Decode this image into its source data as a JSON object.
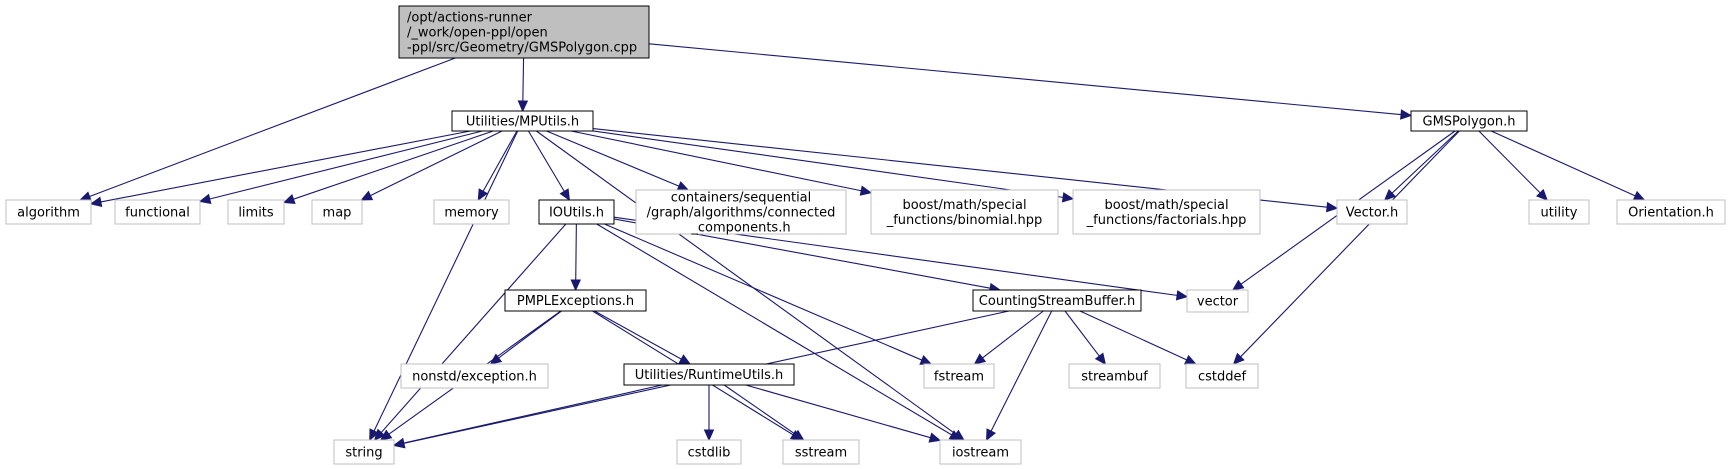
{
  "colors": {
    "edge": "#191970",
    "root_fill": "#bfbfbf",
    "root_border": "#000000",
    "documented_border": "#000000",
    "external_border": "#bfbfbf",
    "external_text": "#404040"
  },
  "nodes": [
    {
      "id": "root",
      "kind": "root",
      "lines": [
        "/opt/actions-runner",
        "/_work/open-ppl/open",
        "-ppl/src/Geometry/GMSPolygon.cpp"
      ]
    },
    {
      "id": "mputils",
      "kind": "documented",
      "lines": [
        "Utilities/MPUtils.h"
      ]
    },
    {
      "id": "gmspolygon_h",
      "kind": "documented",
      "lines": [
        "GMSPolygon.h"
      ]
    },
    {
      "id": "algorithm",
      "kind": "external",
      "lines": [
        "algorithm"
      ]
    },
    {
      "id": "functional",
      "kind": "external",
      "lines": [
        "functional"
      ]
    },
    {
      "id": "limits",
      "kind": "external",
      "lines": [
        "limits"
      ]
    },
    {
      "id": "map",
      "kind": "external",
      "lines": [
        "map"
      ]
    },
    {
      "id": "memory",
      "kind": "external",
      "lines": [
        "memory"
      ]
    },
    {
      "id": "ioutils",
      "kind": "documented",
      "lines": [
        "IOUtils.h"
      ]
    },
    {
      "id": "connected",
      "kind": "external",
      "lines": [
        "containers/sequential",
        "/graph/algorithms/connected",
        "_components.h"
      ]
    },
    {
      "id": "binomial",
      "kind": "external",
      "lines": [
        "boost/math/special",
        "_functions/binomial.hpp"
      ]
    },
    {
      "id": "factorials",
      "kind": "external",
      "lines": [
        "boost/math/special",
        "_functions/factorials.hpp"
      ]
    },
    {
      "id": "vector_h",
      "kind": "external",
      "lines": [
        "Vector.h"
      ]
    },
    {
      "id": "utility",
      "kind": "external",
      "lines": [
        "utility"
      ]
    },
    {
      "id": "orientation",
      "kind": "external",
      "lines": [
        "Orientation.h"
      ]
    },
    {
      "id": "pmplexceptions",
      "kind": "documented",
      "lines": [
        "PMPLExceptions.h"
      ]
    },
    {
      "id": "countingstream",
      "kind": "documented",
      "lines": [
        "CountingStreamBuffer.h"
      ]
    },
    {
      "id": "vector",
      "kind": "external",
      "lines": [
        "vector"
      ]
    },
    {
      "id": "nonstd",
      "kind": "external",
      "lines": [
        "nonstd/exception.h"
      ]
    },
    {
      "id": "runtimeutils",
      "kind": "documented",
      "lines": [
        "Utilities/RuntimeUtils.h"
      ]
    },
    {
      "id": "fstream",
      "kind": "external",
      "lines": [
        "fstream"
      ]
    },
    {
      "id": "streambuf",
      "kind": "external",
      "lines": [
        "streambuf"
      ]
    },
    {
      "id": "cstddef",
      "kind": "external",
      "lines": [
        "cstddef"
      ]
    },
    {
      "id": "string",
      "kind": "external",
      "lines": [
        "string"
      ]
    },
    {
      "id": "cstdlib",
      "kind": "external",
      "lines": [
        "cstdlib"
      ]
    },
    {
      "id": "sstream",
      "kind": "external",
      "lines": [
        "sstream"
      ]
    },
    {
      "id": "iostream",
      "kind": "external",
      "lines": [
        "iostream"
      ]
    }
  ],
  "edges": [
    {
      "from": "root",
      "to": "algorithm"
    },
    {
      "from": "root",
      "to": "mputils"
    },
    {
      "from": "root",
      "to": "gmspolygon_h"
    },
    {
      "from": "mputils",
      "to": "algorithm"
    },
    {
      "from": "mputils",
      "to": "functional"
    },
    {
      "from": "mputils",
      "to": "limits"
    },
    {
      "from": "mputils",
      "to": "map"
    },
    {
      "from": "mputils",
      "to": "memory"
    },
    {
      "from": "mputils",
      "to": "ioutils"
    },
    {
      "from": "mputils",
      "to": "connected"
    },
    {
      "from": "mputils",
      "to": "binomial"
    },
    {
      "from": "mputils",
      "to": "factorials"
    },
    {
      "from": "mputils",
      "to": "vector_h"
    },
    {
      "from": "mputils",
      "to": "string"
    },
    {
      "from": "mputils",
      "to": "iostream"
    },
    {
      "from": "gmspolygon_h",
      "to": "vector_h"
    },
    {
      "from": "gmspolygon_h",
      "to": "utility"
    },
    {
      "from": "gmspolygon_h",
      "to": "orientation"
    },
    {
      "from": "gmspolygon_h",
      "to": "vector"
    },
    {
      "from": "gmspolygon_h",
      "to": "cstddef"
    },
    {
      "from": "ioutils",
      "to": "pmplexceptions"
    },
    {
      "from": "ioutils",
      "to": "countingstream"
    },
    {
      "from": "ioutils",
      "to": "vector"
    },
    {
      "from": "ioutils",
      "to": "fstream"
    },
    {
      "from": "ioutils",
      "to": "string"
    },
    {
      "from": "ioutils",
      "to": "iostream"
    },
    {
      "from": "pmplexceptions",
      "to": "nonstd"
    },
    {
      "from": "pmplexceptions",
      "to": "runtimeutils"
    },
    {
      "from": "pmplexceptions",
      "to": "string"
    },
    {
      "from": "pmplexceptions",
      "to": "sstream"
    },
    {
      "from": "countingstream",
      "to": "fstream"
    },
    {
      "from": "countingstream",
      "to": "streambuf"
    },
    {
      "from": "countingstream",
      "to": "cstddef"
    },
    {
      "from": "countingstream",
      "to": "iostream"
    },
    {
      "from": "countingstream",
      "to": "string"
    },
    {
      "from": "runtimeutils",
      "to": "string"
    },
    {
      "from": "runtimeutils",
      "to": "cstdlib"
    },
    {
      "from": "runtimeutils",
      "to": "sstream"
    },
    {
      "from": "runtimeutils",
      "to": "iostream"
    }
  ]
}
